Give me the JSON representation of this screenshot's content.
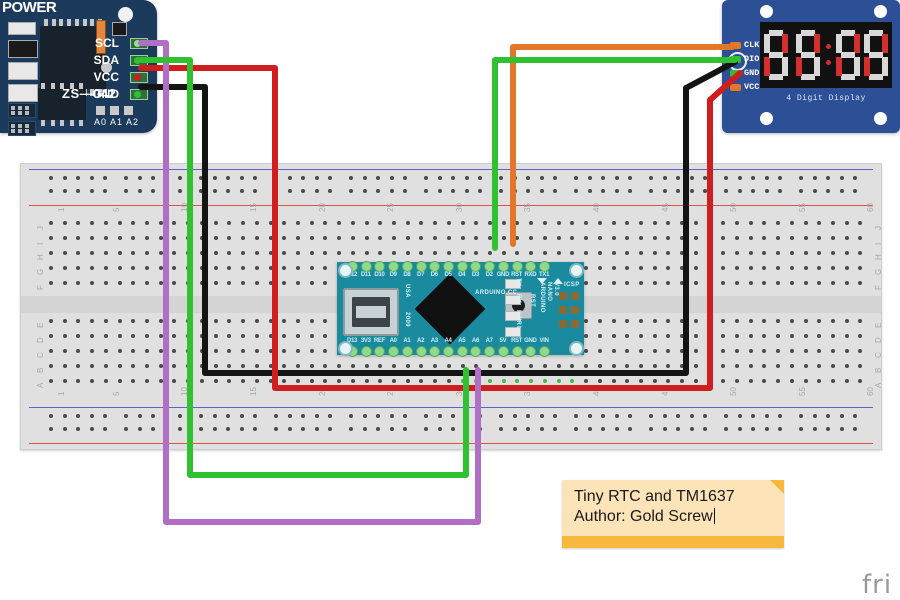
{
  "app": {
    "kind": "fritzing-breadboard-view",
    "watermark": "fri"
  },
  "rtc_module": {
    "name": "Tiny RTC DS1307 module",
    "silk_power": "POWER",
    "silk_chip": "ZS—042",
    "address_pins": "A0 A1 A2",
    "pins": [
      {
        "label": "SCL",
        "wire_color": "#b06fc4",
        "wire_name": "purple"
      },
      {
        "label": "SDA",
        "wire_color": "#2fc12f",
        "wire_name": "green"
      },
      {
        "label": "VCC",
        "wire_color": "#d01d1d",
        "wire_name": "red"
      },
      {
        "label": "GND",
        "wire_color": "#141414",
        "wire_name": "black"
      }
    ]
  },
  "display_module": {
    "name": "TM1637 4 Digit Display",
    "caption": "4 Digit Display",
    "digits": "00:0",
    "pins": [
      {
        "label": "CLK",
        "wire_color": "#e2772a",
        "wire_name": "orange"
      },
      {
        "label": "DIO",
        "wire_color": "#2fc12f",
        "wire_name": "green"
      },
      {
        "label": "GND",
        "wire_color": "#141414",
        "wire_name": "black"
      },
      {
        "label": "VCC",
        "wire_color": "#d01d1d",
        "wire_name": "red"
      }
    ]
  },
  "arduino": {
    "name": "Arduino Nano v3.0",
    "silk_brand": "ARDUINO.CC",
    "silk_country": "USA",
    "silk_year": "2009",
    "silk_model_line1": "ARDUINO",
    "silk_model_line2": "NANO",
    "silk_model_line3": "V3.0",
    "silk_icsp": "ICSP",
    "silk_icsp_num": "1",
    "silk_rst": "RST",
    "leds": [
      "TX",
      "RX",
      "PWR",
      "L"
    ],
    "top_pins": [
      "D12",
      "D11",
      "D10",
      "D9",
      "D8",
      "D7",
      "D6",
      "D5",
      "D4",
      "D3",
      "D2",
      "GND",
      "RST",
      "RXD",
      "TX1"
    ],
    "bottom_pins": [
      "D13",
      "3V3",
      "REF",
      "A0",
      "A1",
      "A2",
      "A3",
      "A4",
      "A5",
      "A6",
      "A7",
      "5V",
      "RST",
      "GND",
      "VIN"
    ]
  },
  "breadboard": {
    "name": "full-size solderless breadboard",
    "column_numbers": [
      "1",
      "5",
      "10",
      "15",
      "20",
      "25",
      "30",
      "35",
      "40",
      "45",
      "50",
      "55",
      "60"
    ],
    "row_letters_top": [
      "J",
      "I",
      "H",
      "G",
      "F"
    ],
    "row_letters_bottom": [
      "E",
      "D",
      "C",
      "B",
      "A"
    ],
    "rail_positive_color": "#e2504a",
    "rail_negative_color": "#5b63c9"
  },
  "note": {
    "line1": "Tiny RTC and TM1637",
    "line2": "Author: Gold Screw",
    "background": "#fde3b8",
    "accent": "#f6b93b"
  },
  "wires": [
    {
      "name": "rtc-scl-to-breadboard",
      "from": "RTC SCL",
      "to": "Breadboard row A col 11",
      "color": "#b06fc4"
    },
    {
      "name": "rtc-sda-to-breadboard",
      "from": "RTC SDA",
      "to": "Breadboard row A col 14",
      "color": "#2fc12f"
    },
    {
      "name": "rtc-vcc-to-rail",
      "from": "RTC VCC",
      "to": "Breadboard + rail",
      "color": "#d01d1d"
    },
    {
      "name": "rtc-gnd-to-rail",
      "from": "RTC GND",
      "to": "Breadboard - rail",
      "color": "#141414"
    },
    {
      "name": "display-clk-to-breadboard",
      "from": "Display CLK",
      "to": "Breadboard col 34",
      "color": "#e2772a"
    },
    {
      "name": "display-dio-to-breadboard",
      "from": "Display DIO",
      "to": "Breadboard col 31",
      "color": "#2fc12f"
    },
    {
      "name": "display-gnd-to-rail",
      "from": "Display GND",
      "to": "Breadboard - rail",
      "color": "#141414"
    },
    {
      "name": "display-vcc-to-rail",
      "from": "Display VCC",
      "to": "Breadboard + rail",
      "color": "#d01d1d"
    },
    {
      "name": "jumper-a4-purple",
      "from": "Nano A4",
      "to": "Breadboard lower",
      "color": "#b06fc4"
    },
    {
      "name": "jumper-a5-green",
      "from": "Nano A5",
      "to": "Breadboard lower",
      "color": "#2fc12f"
    }
  ]
}
